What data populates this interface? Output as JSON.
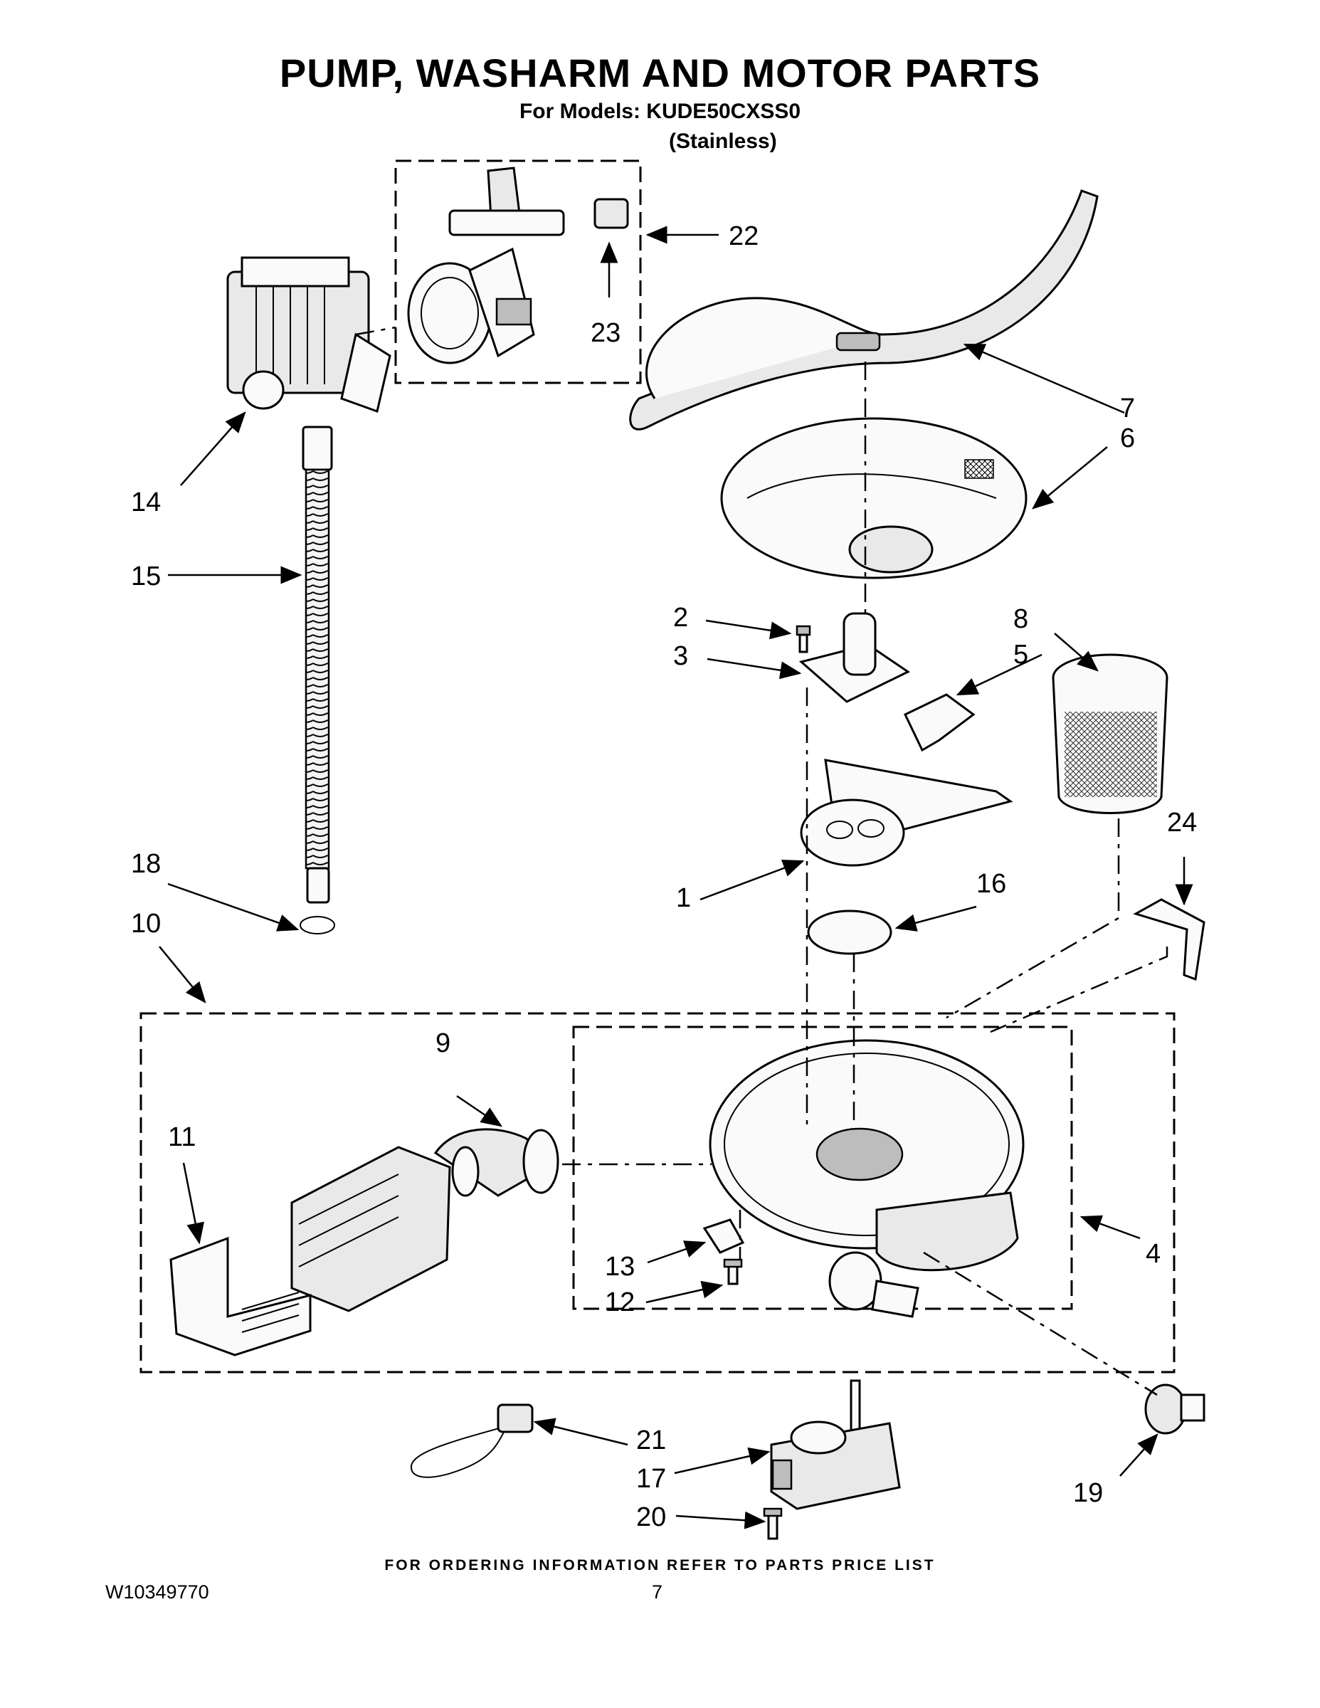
{
  "header": {
    "title": "PUMP, WASHARM AND MOTOR PARTS",
    "models_line": "For Models: KUDE50CXSS0",
    "finish": "(Stainless)"
  },
  "footer": {
    "ordering_note": "FOR ORDERING INFORMATION REFER TO PARTS PRICE LIST",
    "document_number": "W10349770",
    "page_number": "7"
  },
  "callouts": {
    "c1": "1",
    "c2": "2",
    "c3": "3",
    "c4": "4",
    "c5": "5",
    "c6": "6",
    "c7": "7",
    "c8": "8",
    "c9": "9",
    "c10": "10",
    "c11": "11",
    "c12": "12",
    "c13": "13",
    "c14": "14",
    "c15": "15",
    "c16": "16",
    "c17": "17",
    "c18": "18",
    "c19": "19",
    "c20": "20",
    "c21": "21",
    "c22": "22",
    "c23": "23",
    "c24": "24"
  }
}
